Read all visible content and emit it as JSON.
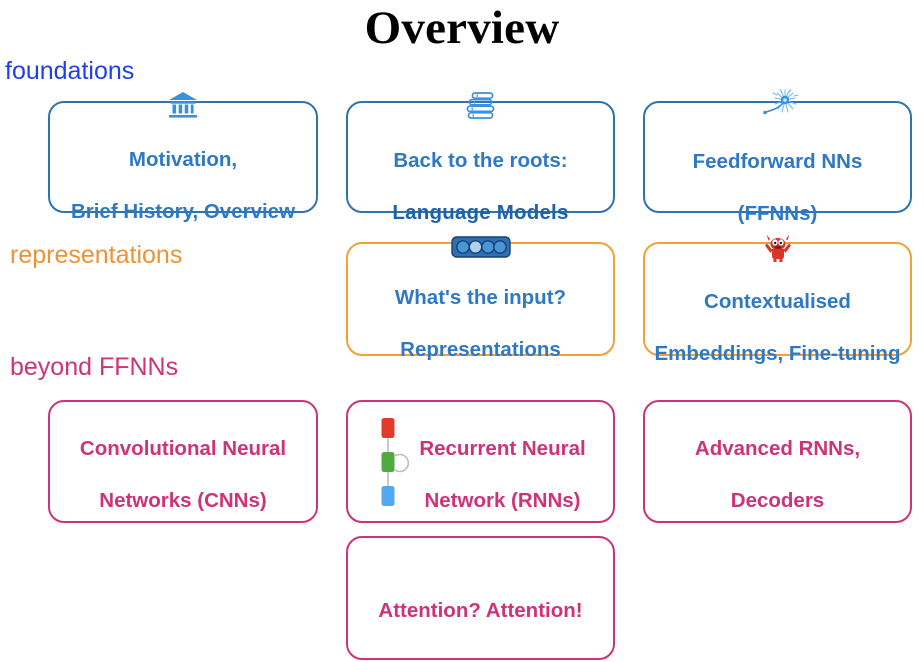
{
  "slide": {
    "title": "Overview",
    "background": "#FFFFFF"
  },
  "colors": {
    "foundations_label": "#1F3FEF",
    "representations_label": "#EE9234",
    "beyond_label": "#CE3379",
    "blue_border": "#2E73B0",
    "blue_text": "#2E78C4",
    "orange_border": "#F2A03C",
    "pink_border": "#CB3478",
    "pink_text": "#CE3379",
    "title_text": "#000000"
  },
  "sections": [
    {
      "id": "foundations",
      "label": "foundations",
      "color": "#1F3FEF",
      "cards": [
        {
          "id": "motivation",
          "icon": "bank-museum-icon",
          "line1": "Motivation,",
          "line2": "Brief History, Overview",
          "emphasis": "none"
        },
        {
          "id": "language-models",
          "icon": "stacked-books-icon",
          "line1": "Back to the roots:",
          "line2": "Language Models",
          "emphasis": "line2"
        },
        {
          "id": "feedforward-nns",
          "icon": "neuron-icon",
          "line1": "Feedforward NNs",
          "line2": "(FFNNs)",
          "emphasis": "none"
        }
      ]
    },
    {
      "id": "representations",
      "label": "representations",
      "color": "#EE9234",
      "cards": [
        {
          "id": "whats-the-input",
          "icon": "embedding-vector-icon",
          "line1": "What's the input?",
          "line2": "Representations",
          "emphasis": "none"
        },
        {
          "id": "contextualised-embeddings",
          "icon": "elmo-icon",
          "line1": "Contextualised",
          "line2": "Embeddings, Fine-tuning",
          "emphasis": "none"
        }
      ]
    },
    {
      "id": "beyond-ffnns",
      "label": "beyond FFNNs",
      "color": "#CE3379",
      "cards": [
        {
          "id": "cnns",
          "icon": "none",
          "line1": "Convolutional Neural",
          "line2": "Networks (CNNs)",
          "emphasis": "none"
        },
        {
          "id": "rnns",
          "icon": "rnn-loop-icon",
          "line1": "Recurrent Neural",
          "line2": "Network (RNNs)",
          "emphasis": "none"
        },
        {
          "id": "advanced-rnns",
          "icon": "none",
          "line1": "Advanced RNNs,",
          "line2": "Decoders",
          "emphasis": "none"
        },
        {
          "id": "attention",
          "icon": "none",
          "line1": "Attention? Attention!",
          "line2": "",
          "emphasis": "none"
        }
      ]
    }
  ]
}
